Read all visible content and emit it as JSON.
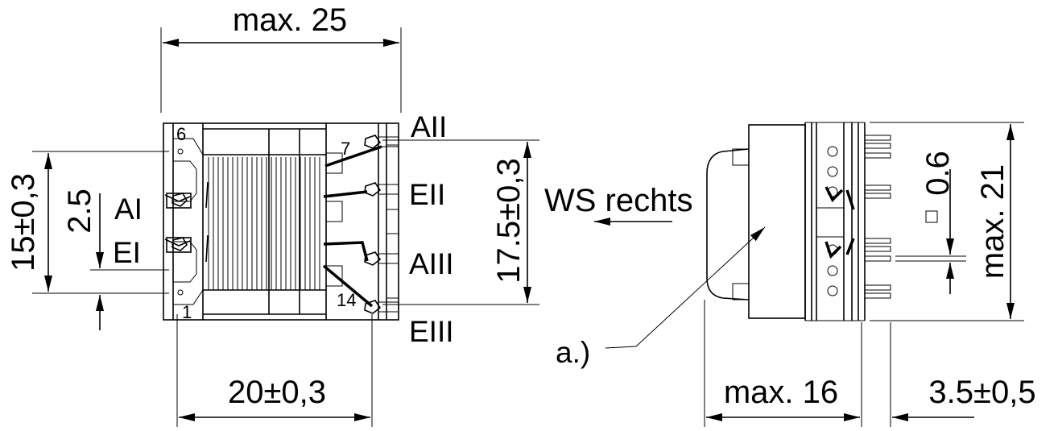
{
  "left_view": {
    "dim_width_top": "max. 25",
    "dim_height_left": "15±0,3",
    "dim_pin_pitch_left": "2.5",
    "dim_height_right": "17.5±0,3",
    "dim_pin_span_bottom": "20±0,3",
    "pin_numbers": [
      "6",
      "1",
      "7",
      "14"
    ],
    "winding_labels": [
      "AI",
      "EI",
      "AII",
      "EII",
      "AIII",
      "EIII"
    ]
  },
  "right_view": {
    "direction_label": "WS rechts",
    "note_marker": "a.)",
    "dim_pin_width": "0.6",
    "dim_height": "max. 21",
    "dim_depth": "max. 16",
    "dim_pin_length": "3.5±0,5"
  },
  "colors": {
    "ink": "#000000",
    "background": "#ffffff"
  }
}
